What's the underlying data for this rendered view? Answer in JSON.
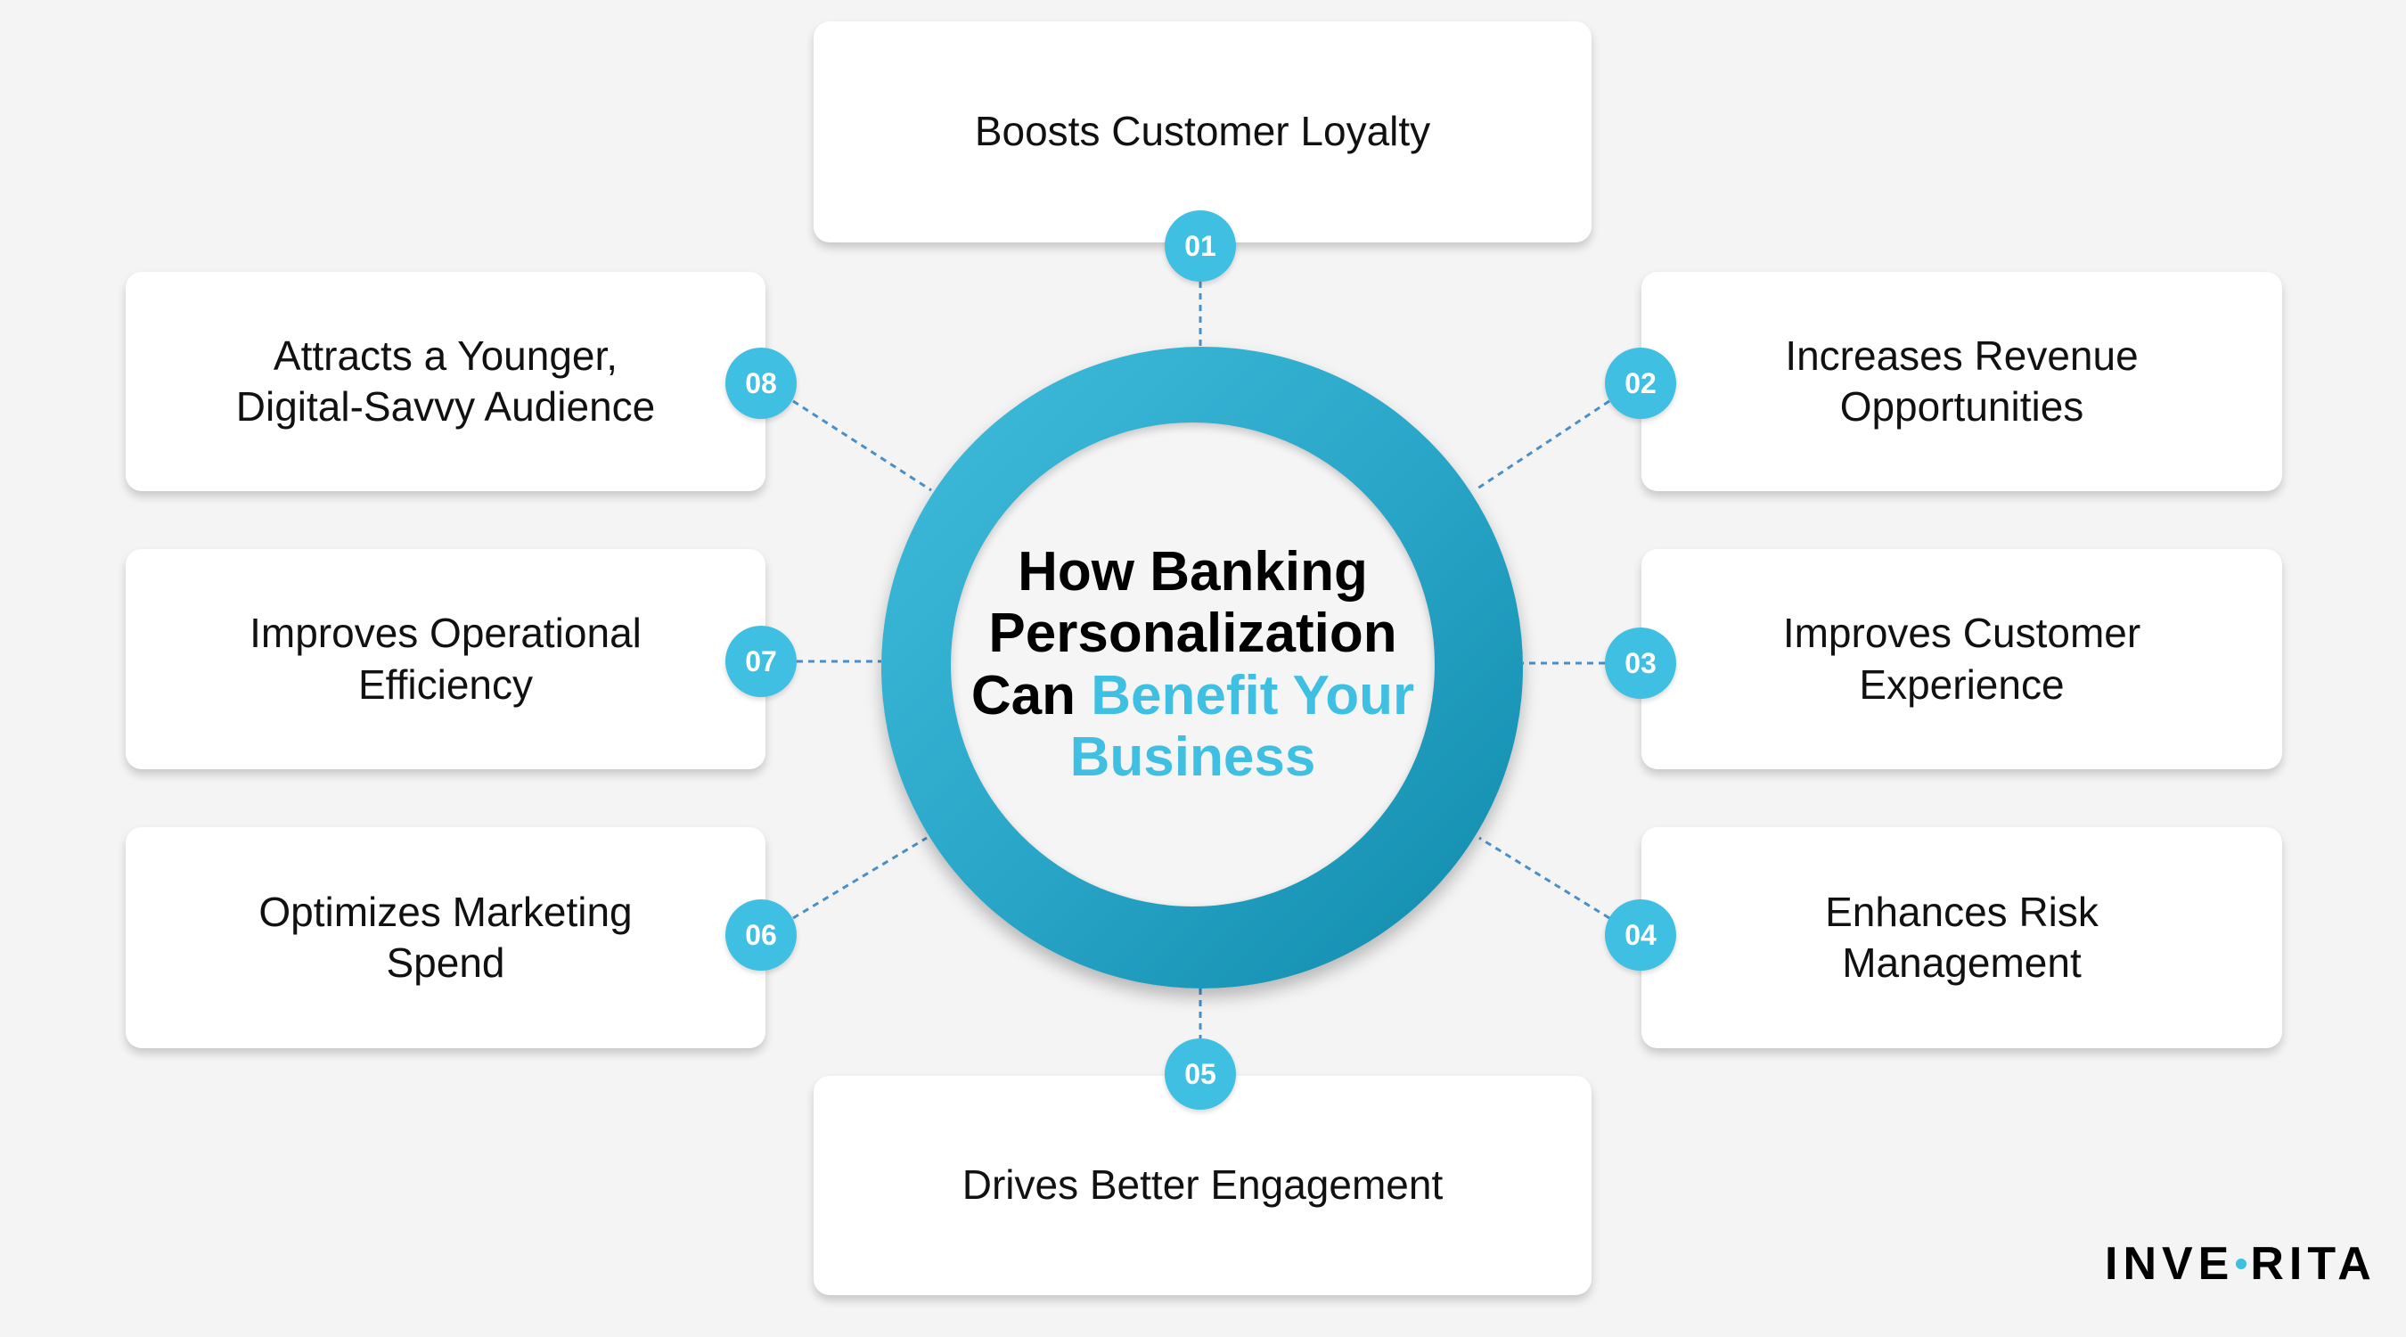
{
  "center_title": {
    "line1": "How Banking",
    "line2": "Personalization",
    "line3_dark": "Can",
    "line3_accent": "Benefit Your",
    "line4_accent": "Business"
  },
  "benefits": [
    {
      "number": "01",
      "label": "Boosts Customer Loyalty"
    },
    {
      "number": "02",
      "label": "Increases Revenue\nOpportunities"
    },
    {
      "number": "03",
      "label": "Improves Customer\nExperience"
    },
    {
      "number": "04",
      "label": "Enhances Risk\nManagement"
    },
    {
      "number": "05",
      "label": "Drives Better Engagement"
    },
    {
      "number": "06",
      "label": "Optimizes Marketing\nSpend"
    },
    {
      "number": "07",
      "label": "Improves Operational\nEfficiency"
    },
    {
      "number": "08",
      "label": "Attracts a Younger,\nDigital-Savvy Audience"
    }
  ],
  "logo": {
    "part1": "INVE",
    "part2": "RITA"
  },
  "colors": {
    "accent": "#3fbfe2",
    "ring_dark": "#0f8aab",
    "connector": "#4a8fc8",
    "background": "#f4f4f4"
  }
}
